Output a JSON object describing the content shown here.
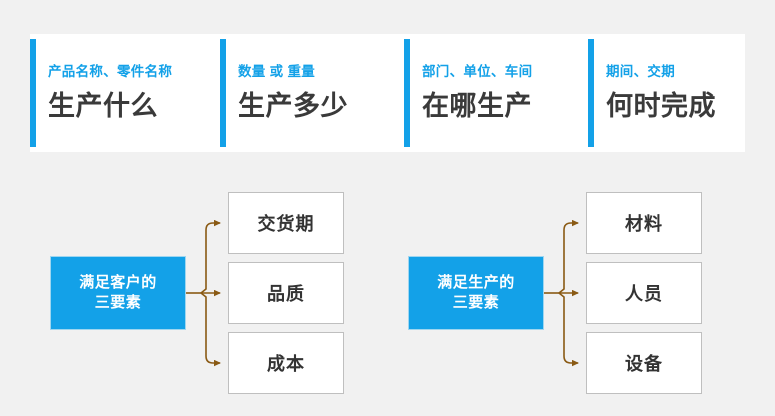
{
  "colors": {
    "background": "#f1f1f1",
    "accent_blue": "#13a1e8",
    "card_white": "#ffffff",
    "title_gray": "#3a3a3a",
    "connector_brown": "#8a5a14",
    "box_border": "#bfbfbf"
  },
  "header": {
    "cards": [
      {
        "subtitle": "产品名称、零件名称",
        "title": "生产什么"
      },
      {
        "subtitle": "数量 或 重量",
        "title": "生产多少"
      },
      {
        "subtitle": "部门、单位、车间",
        "title": "在哪生产"
      },
      {
        "subtitle": "期间、交期",
        "title": "何时完成"
      }
    ]
  },
  "diagrams": [
    {
      "hub": "满足客户的\n三要素",
      "hub_line1": "满足客户的",
      "hub_line2": "三要素",
      "leaves": [
        "交货期",
        "品质",
        "成本"
      ]
    },
    {
      "hub": "满足生产的\n三要素",
      "hub_line1": "满足生产的",
      "hub_line2": "三要素",
      "leaves": [
        "材料",
        "人员",
        "设备"
      ]
    }
  ]
}
